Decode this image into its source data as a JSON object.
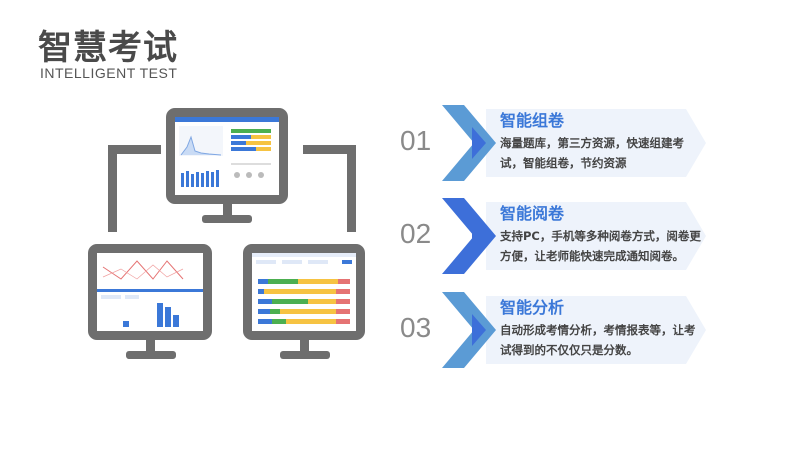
{
  "header": {
    "title": "智慧考试",
    "subtitle": "INTELLIGENT TEST"
  },
  "colors": {
    "monitor": "#6e6e6e",
    "chevron_light": "#5b9bd5",
    "chevron_dark": "#3d6fd9",
    "band": "#eef3fb",
    "title_blue": "#3b78d8"
  },
  "icons": [
    "monitor-icon",
    "chevron-arrow-icon"
  ],
  "features": [
    {
      "num": "01",
      "title": "智能组卷",
      "desc": "海量题库，第三方资源，快速组建考试，智能组卷，节约资源"
    },
    {
      "num": "02",
      "title": "智能阅卷",
      "desc": "支持PC，手机等多种阅卷方式，阅卷更方便，让老师能快速完成通知阅卷。"
    },
    {
      "num": "03",
      "title": "智能分析",
      "desc": "自动形成考情分析，考情报表等，让考试得到的不仅仅只是分数。"
    }
  ]
}
